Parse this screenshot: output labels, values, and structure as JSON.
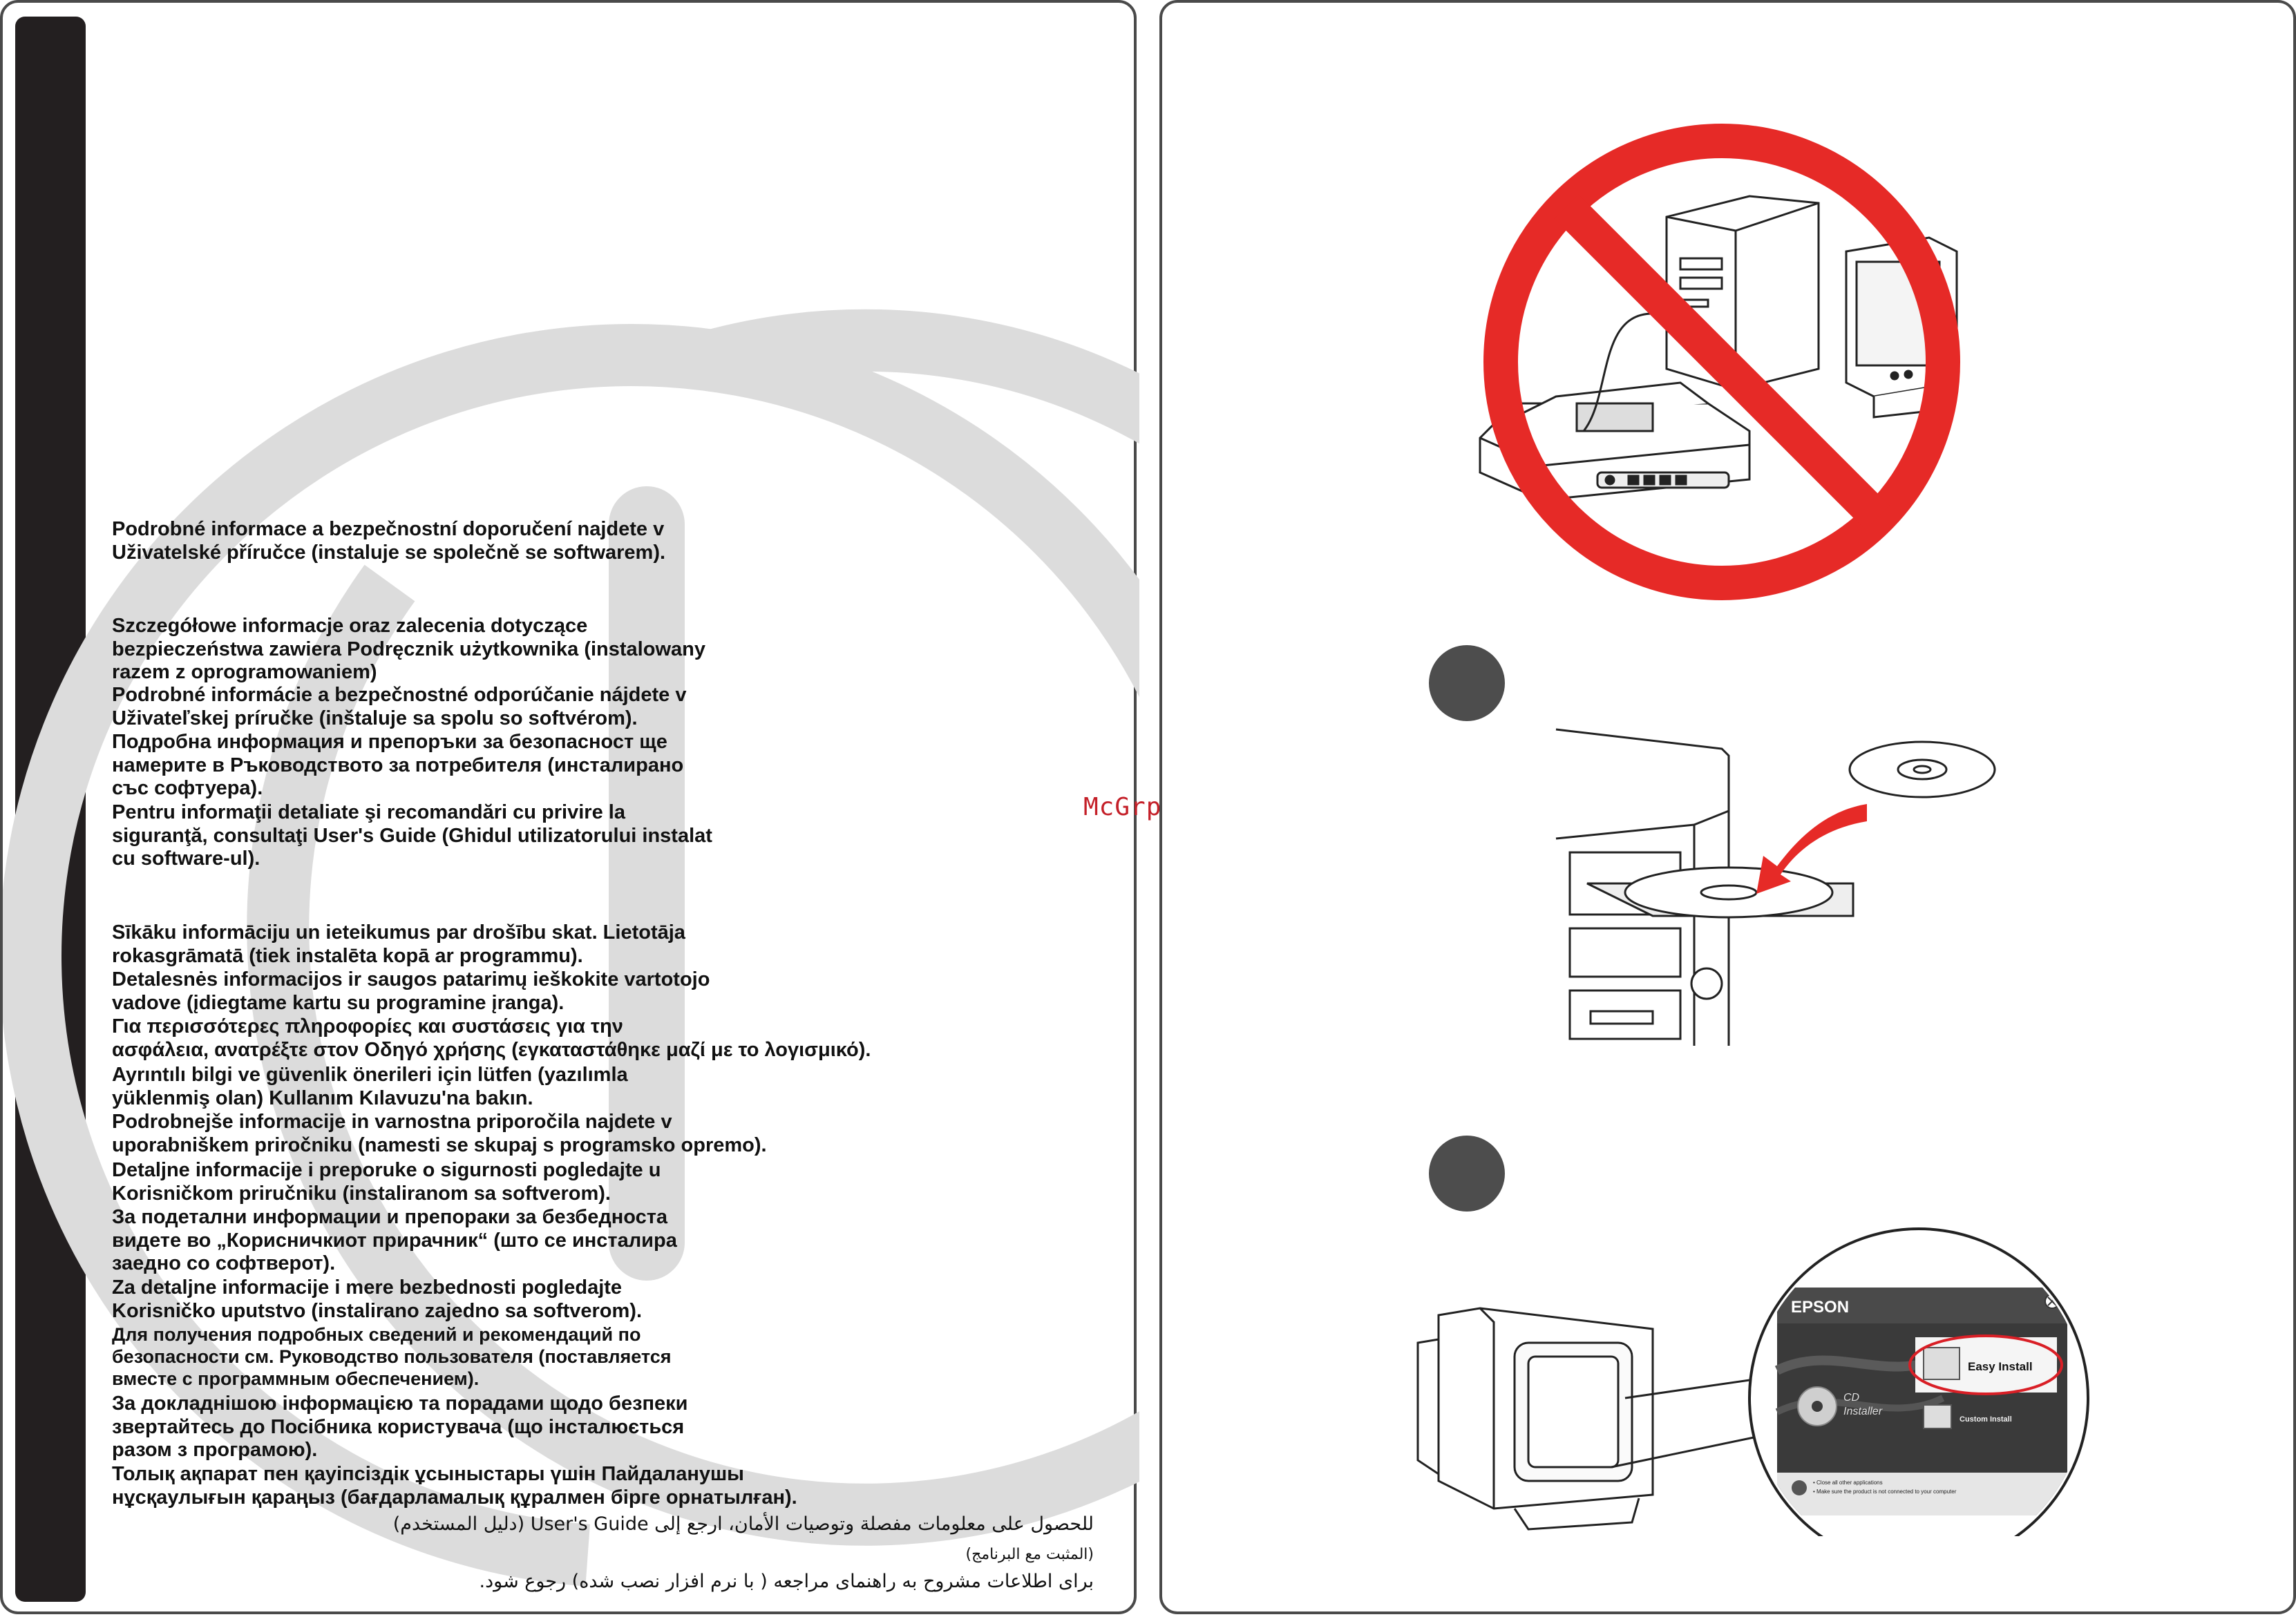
{
  "watermark": "McGrp.Ru",
  "safety_texts": {
    "cs": "Podrobné informace a bezpečnostní doporučení najdete v\nUživatelské příručce (instaluje se společně se softwarem).",
    "pl": "Szczegółowe informacje oraz zalecenia dotyczące\nbezpieczeństwa zawiera Podręcznik użytkownika (instalowany\nrazem z oprogramowaniem)",
    "sk": "Podrobné informácie a bezpečnostné odporúčanie nájdete v\nUživateľskej príručke (inštaluje sa spolu so softvérom).",
    "bg": "Подробна информация и препоръки за безопасност ще\nнамерите в Ръководството за потребителя (инсталирано\nсъс софтуера).",
    "ro": "Pentru informaţii detaliate şi recomandări cu privire la\nsiguranţă, consultaţi User's Guide (Ghidul utilizatorului instalat\ncu software-ul).",
    "lv": "Sīkāku informāciju un ieteikumus par drošību skat. Lietotāja\nrokasgrāmatā (tiek instalēta kopā ar programmu).",
    "lt": "Detalesnės informacijos ir saugos patarimų ieškokite vartotojo\nvadove (įdiegtame kartu su programine įranga).",
    "el": "Για περισσότερες πληροφορίες και συστάσεις για την\nασφάλεια, ανατρέξτε στον Οδηγό χρήσης (εγκαταστάθηκε μαζί με το λογισμικό).",
    "tr": "Ayrıntılı bilgi ve güvenlik önerileri için lütfen (yazılımla\nyüklenmiş olan) Kullanım Kılavuzu'na bakın.",
    "sl": "Podrobnejše informacije in varnostna priporočila najdete v\nuporabniškem priročniku (namesti se skupaj s programsko opremo).",
    "hr": "Detaljne informacije i preporuke o sigurnosti pogledajte u\nKorisničkom priručniku (instaliranom sa softverom).",
    "mk": "За подетални информации и препораки за безбедноста\nвидете во „Корисничкиот прирачник“ (што се инсталира\nзаедно со софтверот).",
    "sr": "Za detaljne informacije i mere bezbednosti pogledajte\nKorisničko uputstvo (instalirano zajedno sa softverom).",
    "ru": "Для получения подробных сведений и рекомендаций по\nбезопасности см. Руководство пользователя (поставляется\nвместе с программным обеспечением).",
    "uk": "За докладнішою інформацією та порадами щодо безпеки\nзвертайтесь до Посібника користувача (що інсталюється\nразом з програмою).",
    "kk": "Толық ақпарат пен қауіпсіздік ұсыныстары үшін Пайдаланушы\nнұсқаулығын қараңыз (бағдарламалық құралмен бірге орнатылған).",
    "ar_line1": "للحصول على معلومات مفصلة وتوصيات الأمان، ارجع إلى User's Guide (دليل المستخدم)",
    "ar_line2": "(المثبت مع البرنامج)",
    "fa": "برای اطلاعات مشروح به راهنمای مراجعه ( با نرم افزار نصب شده) رجوع شود."
  },
  "installer_screen": {
    "brand": "EPSON",
    "cd_label_1": "CD",
    "cd_label_2": "Installer",
    "easy_install": "Easy Install",
    "custom_install": "Custom Install",
    "footer_line1": "• Close all other applications",
    "footer_line2": "• Make sure the product is not connected to your computer"
  },
  "icons": {
    "prohibition": "no-connection-prohibition-icon",
    "close": "close-icon",
    "info": "info-icon"
  },
  "colors": {
    "prohibition_red": "#e62a27",
    "step_circle": "#4d4d4d",
    "side_bar": "#231f20",
    "watermark": "#c41f28",
    "highlight_red": "#d91f26"
  }
}
